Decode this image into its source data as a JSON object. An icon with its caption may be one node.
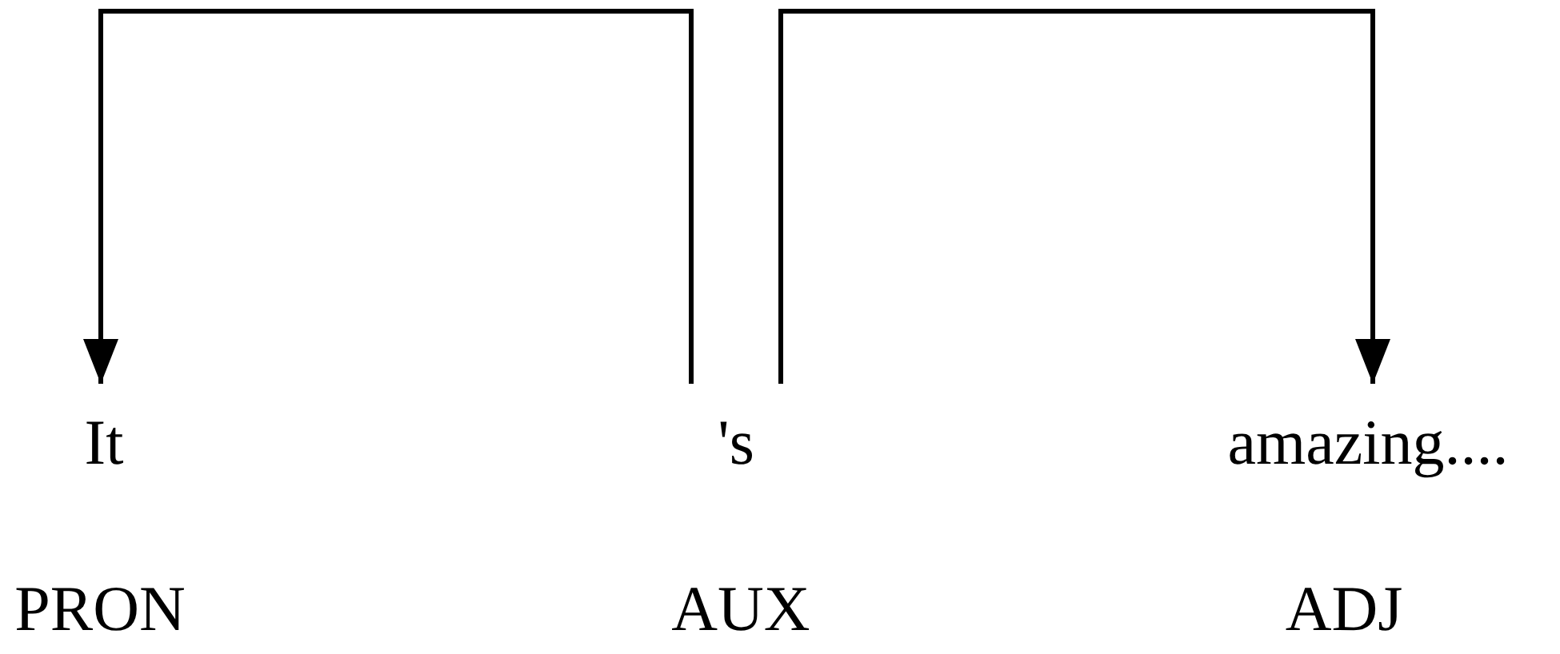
{
  "diagram": {
    "nodes": [
      {
        "text": [
          "It"
        ],
        "beside": [
          "PRON"
        ]
      },
      {
        "text": [
          "'s"
        ],
        "beside": [
          "AUX"
        ]
      },
      {
        "text": [
          "amazing...."
        ],
        "beside": [
          "ADJ"
        ]
      }
    ],
    "edges": [
      {
        "from": 1,
        "to": 0,
        "arrow": "to"
      },
      {
        "from": 1,
        "to": 2,
        "arrow": "to"
      }
    ]
  }
}
